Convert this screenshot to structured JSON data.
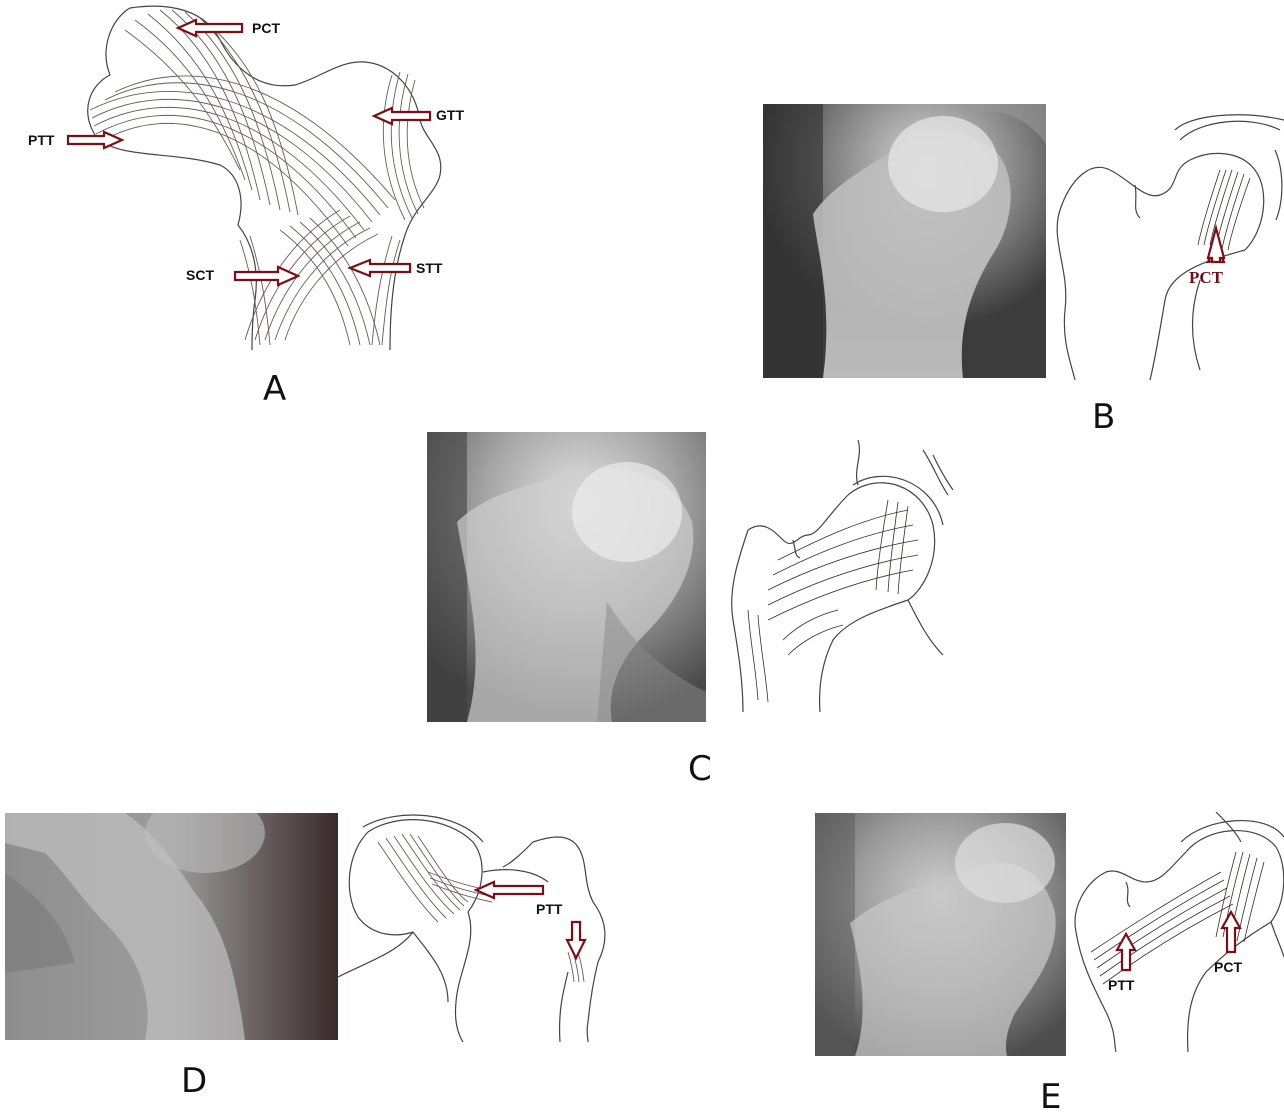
{
  "panels": {
    "a": {
      "letter": "A",
      "labels": {
        "pct": "PCT",
        "gtt": "GTT",
        "ptt": "PTT",
        "sct": "SCT",
        "stt": "STT"
      }
    },
    "b": {
      "letter": "B",
      "labels": {
        "pct": "PCT"
      }
    },
    "c": {
      "letter": "C"
    },
    "d": {
      "letter": "D",
      "labels": {
        "ptt": "PTT"
      }
    },
    "e": {
      "letter": "E",
      "labels": {
        "ptt": "PTT",
        "pct": "PCT"
      }
    }
  },
  "colors": {
    "arrow_stroke": "#7a0f18",
    "arrow_fill": "#ffffff",
    "label": "#111111",
    "serif_label": "#6b1018"
  }
}
